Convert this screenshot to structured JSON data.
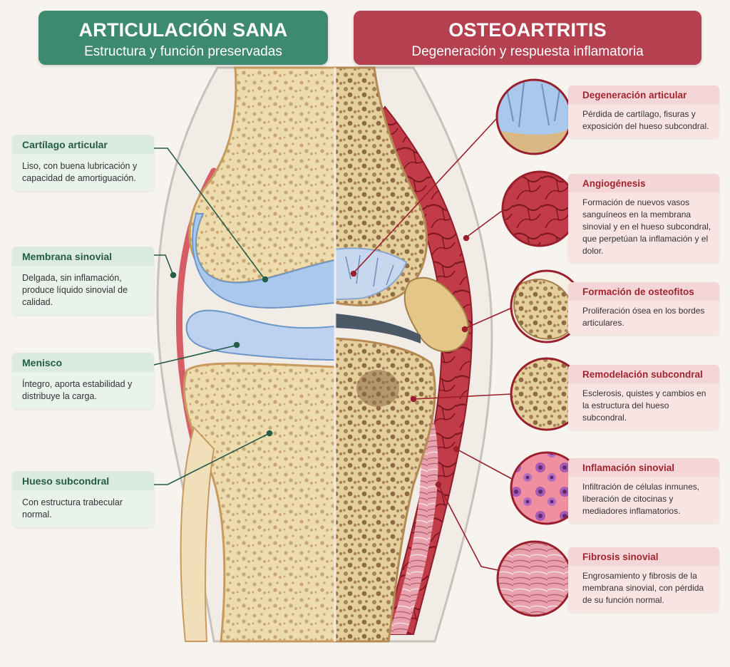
{
  "header_healthy": {
    "title": "ARTICULACIÓN SANA",
    "subtitle": "Estructura y función preservadas"
  },
  "header_oa": {
    "title": "OSTEOARTRITIS",
    "subtitle": "Degeneración y respuesta inflamatoria"
  },
  "healthy_labels": [
    {
      "title": "Cartílago articular",
      "desc": "Liso, con buena lubricación y capacidad de amortiguación."
    },
    {
      "title": "Membrana sinovial",
      "desc": "Delgada, sin inflamación, produce líquido sinovial de calidad."
    },
    {
      "title": "Menisco",
      "desc": "Íntegro, aporta estabilidad y distribuye la carga."
    },
    {
      "title": "Hueso subcondral",
      "desc": "Con estructura trabecular normal."
    }
  ],
  "oa_labels": [
    {
      "title": "Degeneración articular",
      "desc": "Pérdida de cartílago, fisuras y exposición del hueso subcondral."
    },
    {
      "title": "Angiogénesis",
      "desc": "Formación de nuevos vasos sanguíneos en la membrana sinovial y en el hueso subcondral, que perpetúan la inflamación y el dolor."
    },
    {
      "title": "Formación de osteofitos",
      "desc": "Proliferación ósea en los bordes articulares."
    },
    {
      "title": "Remodelación subcondral",
      "desc": "Esclerosis, quistes y cambios en la estructura del hueso subcondral."
    },
    {
      "title": "Inflamación sinovial",
      "desc": "Infiltración de células inmunes, liberación de citocinas y mediadores inflamatorios."
    },
    {
      "title": "Fibrosis sinovial",
      "desc": "Engrosamiento y fibrosis de la membrana sinovial, con pérdida de su función normal."
    }
  ],
  "colors": {
    "healthy_accent": "#3e8a70",
    "oa_accent": "#b5404f",
    "bone": "#eedcb2",
    "cartilage": "#a9c8ec",
    "inflamed_tissue": "#c94551"
  }
}
